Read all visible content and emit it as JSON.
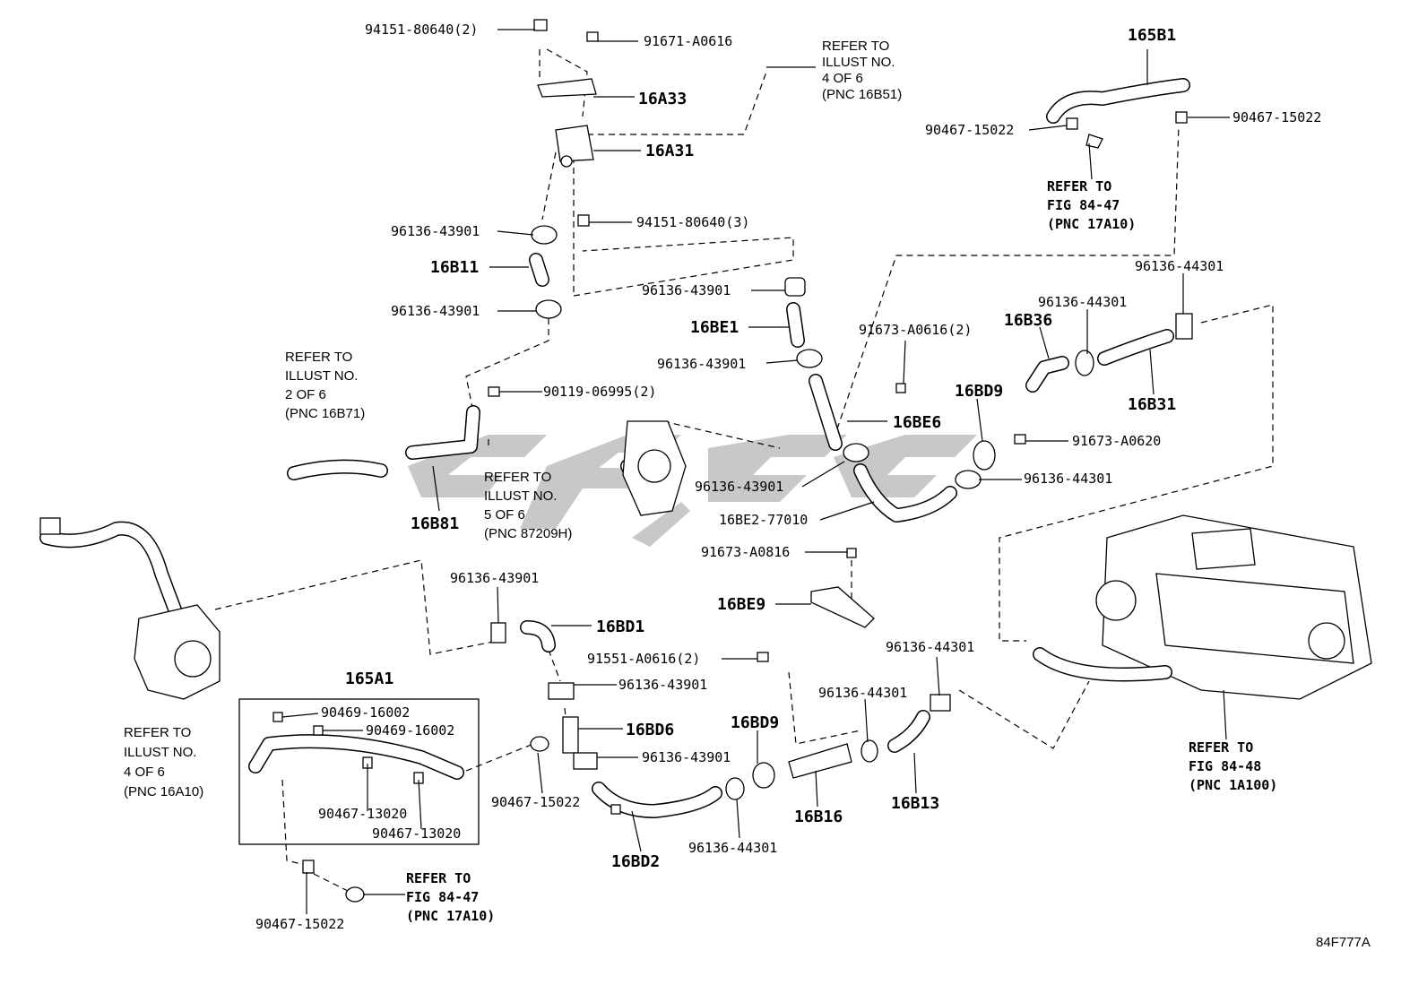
{
  "diagram": {
    "labels": [
      {
        "id": "l1",
        "text": "94151-80640(2)",
        "kind": "pl"
      },
      {
        "id": "l2",
        "text": "91671-A0616",
        "kind": "pl"
      },
      {
        "id": "l3",
        "text": "16A33",
        "kind": "pn"
      },
      {
        "id": "l4",
        "text": "16A31",
        "kind": "pn"
      },
      {
        "id": "l5",
        "text": "96136-43901",
        "kind": "pl"
      },
      {
        "id": "l6",
        "text": "94151-80640(3)",
        "kind": "pl"
      },
      {
        "id": "l7",
        "text": "16B11",
        "kind": "pn"
      },
      {
        "id": "l8",
        "text": "96136-43901",
        "kind": "pl"
      },
      {
        "id": "l9",
        "text": "96136-43901",
        "kind": "pl"
      },
      {
        "id": "l10",
        "text": "16BE1",
        "kind": "pn"
      },
      {
        "id": "l11",
        "text": "96136-43901",
        "kind": "pl"
      },
      {
        "id": "l12",
        "text": "90119-06995(2)",
        "kind": "pl"
      },
      {
        "id": "l13",
        "text": "91673-A0616(2)",
        "kind": "pl"
      },
      {
        "id": "l14",
        "text": "16BE6",
        "kind": "pn"
      },
      {
        "id": "l15",
        "text": "16B81",
        "kind": "pn"
      },
      {
        "id": "l16",
        "text": "96136-43901",
        "kind": "pl"
      },
      {
        "id": "l17",
        "text": "16BE2-77010",
        "kind": "pl"
      },
      {
        "id": "l18",
        "text": "91673-A0816",
        "kind": "pl"
      },
      {
        "id": "l19",
        "text": "16BE9",
        "kind": "pn"
      },
      {
        "id": "l20",
        "text": "165B1",
        "kind": "pn"
      },
      {
        "id": "l21",
        "text": "90467-15022",
        "kind": "pl"
      },
      {
        "id": "l22",
        "text": "90467-15022",
        "kind": "pl"
      },
      {
        "id": "l23",
        "text": "96136-44301",
        "kind": "pl"
      },
      {
        "id": "l24",
        "text": "96136-44301",
        "kind": "pl"
      },
      {
        "id": "l25",
        "text": "16B36",
        "kind": "pn"
      },
      {
        "id": "l26",
        "text": "16BD9",
        "kind": "pn"
      },
      {
        "id": "l27",
        "text": "16B31",
        "kind": "pn"
      },
      {
        "id": "l28",
        "text": "91673-A0620",
        "kind": "pl"
      },
      {
        "id": "l29",
        "text": "96136-44301",
        "kind": "pl"
      },
      {
        "id": "l30",
        "text": "96136-43901",
        "kind": "pl"
      },
      {
        "id": "l31",
        "text": "16BD1",
        "kind": "pn"
      },
      {
        "id": "l32",
        "text": "91551-A0616(2)",
        "kind": "pl"
      },
      {
        "id": "l33",
        "text": "96136-43901",
        "kind": "pl"
      },
      {
        "id": "l34",
        "text": "16BD6",
        "kind": "pn"
      },
      {
        "id": "l35",
        "text": "96136-43901",
        "kind": "pl"
      },
      {
        "id": "l36",
        "text": "90467-15022",
        "kind": "pl"
      },
      {
        "id": "l37",
        "text": "16BD2",
        "kind": "pn"
      },
      {
        "id": "l38",
        "text": "96136-44301",
        "kind": "pl"
      },
      {
        "id": "l39",
        "text": "16BD9",
        "kind": "pn"
      },
      {
        "id": "l40",
        "text": "16B16",
        "kind": "pn"
      },
      {
        "id": "l41",
        "text": "96136-44301",
        "kind": "pl"
      },
      {
        "id": "l42",
        "text": "96136-44301",
        "kind": "pl"
      },
      {
        "id": "l43",
        "text": "16B13",
        "kind": "pn"
      },
      {
        "id": "l44",
        "text": "165A1",
        "kind": "pn"
      },
      {
        "id": "l45",
        "text": "90469-16002",
        "kind": "pl"
      },
      {
        "id": "l46",
        "text": "90469-16002",
        "kind": "pl"
      },
      {
        "id": "l47",
        "text": "90467-13020",
        "kind": "pl"
      },
      {
        "id": "l48",
        "text": "90467-13020",
        "kind": "pl"
      },
      {
        "id": "l49",
        "text": "90467-15022",
        "kind": "pl"
      },
      {
        "id": "l50",
        "text": "84F777A",
        "kind": "rf"
      }
    ],
    "refs": [
      {
        "id": "r1",
        "kind": "rf",
        "lines": [
          "REFER TO",
          "ILLUST NO.",
          "4 OF 6",
          "(PNC 16B51)"
        ]
      },
      {
        "id": "r2",
        "kind": "rfb",
        "lines": [
          "REFER TO",
          "FIG 84-47",
          "(PNC 17A10)"
        ]
      },
      {
        "id": "r3",
        "kind": "rf",
        "lines": [
          "REFER TO",
          "ILLUST NO.",
          "2 OF 6",
          "(PNC 16B71)"
        ]
      },
      {
        "id": "r4",
        "kind": "rf",
        "lines": [
          "REFER TO",
          "ILLUST NO.",
          "5 OF 6",
          "(PNC 87209H)"
        ]
      },
      {
        "id": "r5",
        "kind": "rf",
        "lines": [
          "REFER TO",
          "ILLUST NO.",
          "4 OF 6",
          "(PNC 16A10)"
        ]
      },
      {
        "id": "r6",
        "kind": "rfb",
        "lines": [
          "REFER TO",
          "FIG 84-47",
          "(PNC 17A10)"
        ]
      },
      {
        "id": "r7",
        "kind": "rfb",
        "lines": [
          "REFER TO",
          "FIG 84-48",
          "(PNC 1A100)"
        ]
      }
    ],
    "colors": {
      "ink": "#000000",
      "watermark": "#9a9a9a",
      "background": "#ffffff"
    }
  }
}
